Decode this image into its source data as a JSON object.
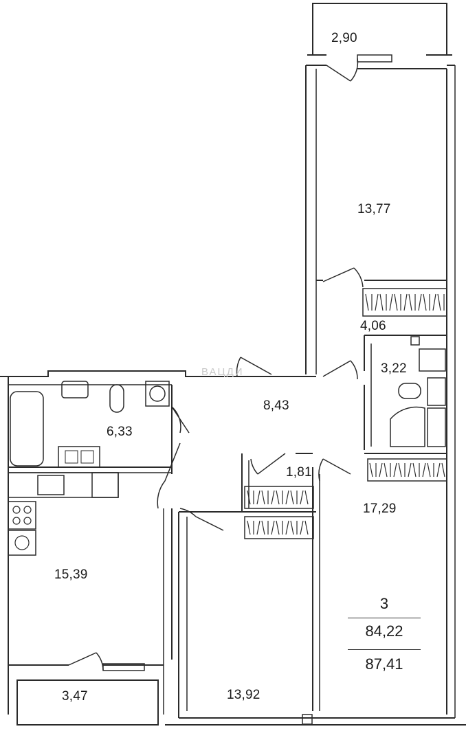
{
  "rooms": [
    {
      "id": "balcony-top",
      "area": "2,90"
    },
    {
      "id": "bedroom-right-top",
      "area": "13,77"
    },
    {
      "id": "wardrobe-hall",
      "area": "4,06"
    },
    {
      "id": "shower-room",
      "area": "3,22"
    },
    {
      "id": "bathroom",
      "area": "6,33"
    },
    {
      "id": "hallway",
      "area": "8,43"
    },
    {
      "id": "closet",
      "area": "1,81"
    },
    {
      "id": "living-room",
      "area": "17,29"
    },
    {
      "id": "kitchen",
      "area": "15,39"
    },
    {
      "id": "bedroom-middle",
      "area": "13,92"
    },
    {
      "id": "balcony-bottom",
      "area": "3,47"
    }
  ],
  "summary": {
    "rooms_count": "3",
    "living_area": "84,22",
    "total_area": "87,41"
  },
  "watermark": "ВАЦДИ"
}
